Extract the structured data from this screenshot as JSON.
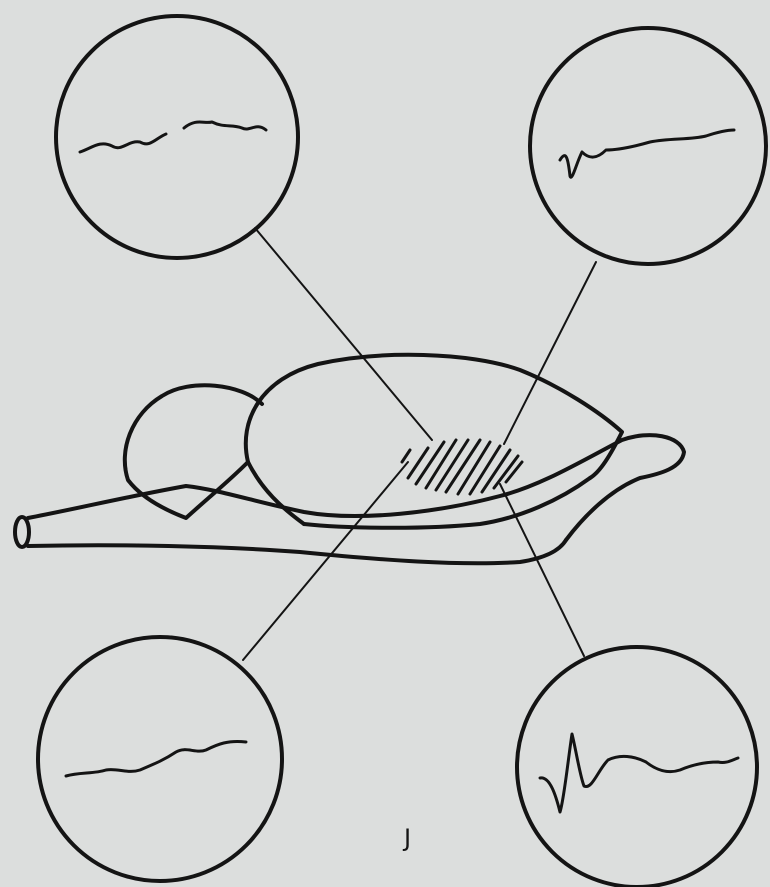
{
  "figure": {
    "corner_label": "J",
    "colors": {
      "background": "#dcdedd",
      "ink": "#141414"
    },
    "insets": [
      {
        "position": "top-left",
        "trace": "irregular-wave"
      },
      {
        "position": "top-right",
        "trace": "small-evoked-wave"
      },
      {
        "position": "bottom-left",
        "trace": "irregular-wave"
      },
      {
        "position": "bottom-right",
        "trace": "large-evoked-potential"
      }
    ]
  }
}
